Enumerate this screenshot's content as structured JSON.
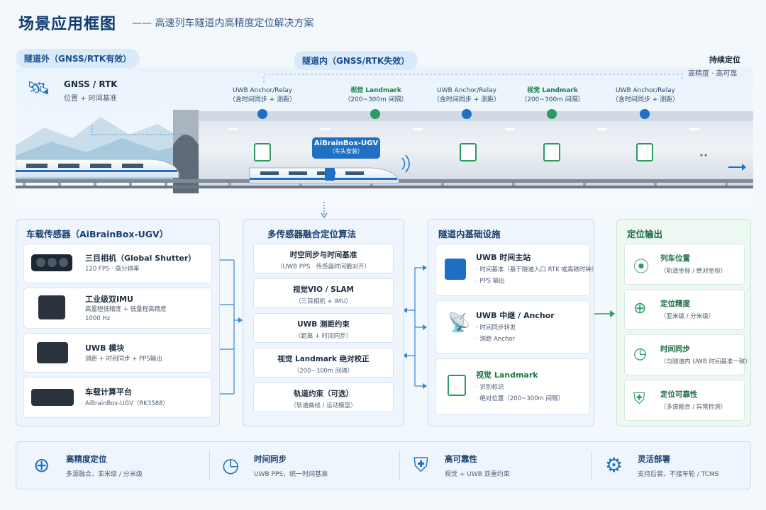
{
  "header": {
    "title": "场景应用框图",
    "subtitle": "—— 高速列车隧道内高精度定位解决方案"
  },
  "scene": {
    "outside_label": "隧道外（GNSS/RTK有效）",
    "gnss_title": "GNSS / RTK",
    "gnss_sub": "位置 + 时间基准",
    "inside_label": "隧道内（GNSS/RTK失效）",
    "continuous_title": "持续定位",
    "continuous_sub": "高精度 · 高可靠",
    "anchors": [
      {
        "title": "UWB Anchor/Relay",
        "sub": "（含时间同步 + 测距）"
      },
      {
        "title": "视觉 Landmark",
        "sub": "（200~300m 间隔）"
      },
      {
        "title": "UWB Anchor/Relay",
        "sub": "（含时间同步 + 测距）"
      },
      {
        "title": "视觉 Landmark",
        "sub": "（200~300m 间隔）"
      },
      {
        "title": "UWB Anchor/Relay",
        "sub": "（含时间同步 + 测距）"
      }
    ],
    "device_title": "AiBrainBox-UGV",
    "device_sub": "（车头安装）"
  },
  "sensors": {
    "title": "车载传感器（AiBrainBox-UGV）",
    "items": [
      {
        "name": "三目相机（Global Shutter）",
        "desc1": "120 FPS · 高分辨率",
        "desc2": ""
      },
      {
        "name": "工业级双IMU",
        "desc1": "高量程低精度 + 低量程高精度",
        "desc2": "1000 Hz"
      },
      {
        "name": "UWB 模块",
        "desc1": "测距 + 时间同步 + PPS输出",
        "desc2": ""
      },
      {
        "name": "车载计算平台",
        "desc1": "AiBrainBox-UGV（RK3588）",
        "desc2": ""
      }
    ]
  },
  "fusion": {
    "title": "多传感器融合定位算法",
    "items": [
      {
        "name": "时空同步与时间基准",
        "desc": "（UWB PPS · 传感器时间戳对齐）"
      },
      {
        "name": "视觉VIO / SLAM",
        "desc": "（三目相机 + IMU）"
      },
      {
        "name": "UWB 测距约束",
        "desc": "（距离 + 时间同步）"
      },
      {
        "name": "视觉 Landmark 绝对校正",
        "desc": "（200~300m 间隔）"
      },
      {
        "name": "轨道约束（可选）",
        "desc": "（轨道曲线 / 运动模型）"
      }
    ]
  },
  "infra": {
    "title": "隧道内基础设施",
    "items": [
      {
        "name": "UWB 时间主站",
        "lines": [
          "· 时间基准（基于隧道入口 RTK 或高铁时钟）",
          "· PPS 输出"
        ]
      },
      {
        "name": "UWB 中继 / Anchor",
        "lines": [
          "· 时间同步转发",
          "· 测距 Anchor"
        ]
      },
      {
        "name": "视觉 Landmark",
        "lines": [
          "· 识别标识",
          "· 绝对位置（200~300m 间隔）"
        ]
      }
    ]
  },
  "output": {
    "title": "定位输出",
    "items": [
      {
        "name": "列车位置",
        "desc": "（轨道坐标 / 绝对坐标）"
      },
      {
        "name": "定位精度",
        "desc": "（亚米级 / 分米级）"
      },
      {
        "name": "时间同步",
        "desc": "（与隧道内 UWB 时间基准一致）"
      },
      {
        "name": "定位可靠性",
        "desc": "（多源融合 / 异常检测）"
      }
    ]
  },
  "features": [
    {
      "name": "高精度定位",
      "desc": "多源融合，亚米级 / 分米级"
    },
    {
      "name": "时间同步",
      "desc": "UWB PPS，统一时间基准"
    },
    {
      "name": "高可靠性",
      "desc": "视觉 + UWB 双重约束"
    },
    {
      "name": "灵活部署",
      "desc": "支持后装，不接车轮 / TCMS"
    }
  ],
  "colors": {
    "primary": "#1f6fc4",
    "green": "#2e9a63",
    "navy": "#123c70",
    "scene_sky": "#e3effa"
  },
  "icons": [
    "satellite-icon",
    "uwb-anchor-icon",
    "landmark-icon",
    "camera-icon",
    "imu-icon",
    "uwb-module-icon",
    "compute-icon",
    "cube-icon",
    "antenna-icon",
    "location-pin-icon",
    "crosshair-icon",
    "clock-icon",
    "shield-check-icon",
    "gear-icon"
  ]
}
